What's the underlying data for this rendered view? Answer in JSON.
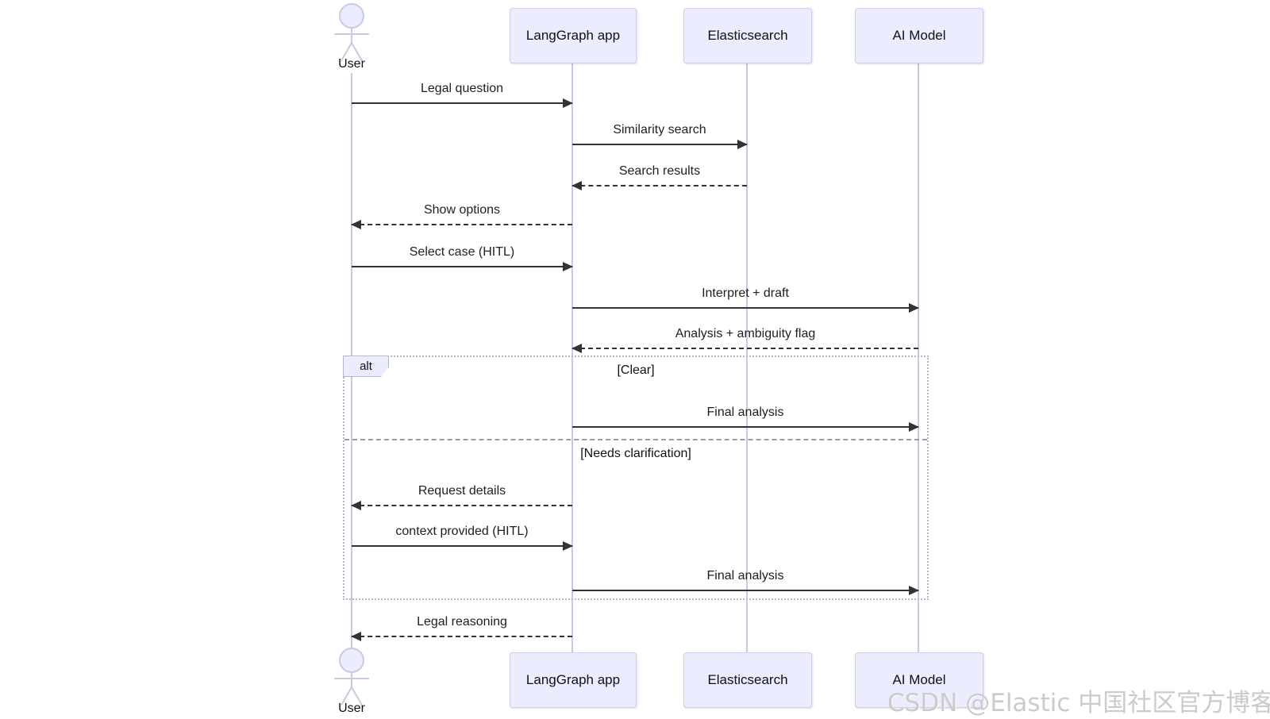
{
  "diagram": {
    "type": "sequence-diagram",
    "actors": {
      "user": {
        "label": "User",
        "kind": "person"
      },
      "langgraph": {
        "label": "LangGraph app",
        "kind": "participant"
      },
      "elasticsearch": {
        "label": "Elasticsearch",
        "kind": "participant"
      },
      "ai_model": {
        "label": "AI Model",
        "kind": "participant"
      }
    },
    "messages": [
      {
        "text": "Legal question",
        "from": "User",
        "to": "LangGraph app",
        "line": "solid"
      },
      {
        "text": "Similarity search",
        "from": "LangGraph app",
        "to": "Elasticsearch",
        "line": "solid"
      },
      {
        "text": "Search results",
        "from": "Elasticsearch",
        "to": "LangGraph app",
        "line": "dashed"
      },
      {
        "text": "Show options",
        "from": "LangGraph app",
        "to": "User",
        "line": "dashed"
      },
      {
        "text": "Select case (HITL)",
        "from": "User",
        "to": "LangGraph app",
        "line": "solid"
      },
      {
        "text": "Interpret + draft",
        "from": "LangGraph app",
        "to": "AI Model",
        "line": "solid"
      },
      {
        "text": "Analysis + ambiguity flag",
        "from": "AI Model",
        "to": "LangGraph app",
        "line": "dashed"
      },
      {
        "text": "Final analysis",
        "from": "LangGraph app",
        "to": "AI Model",
        "line": "solid"
      },
      {
        "text": "Request details",
        "from": "LangGraph app",
        "to": "User",
        "line": "dashed"
      },
      {
        "text": "context provided (HITL)",
        "from": "User",
        "to": "LangGraph app",
        "line": "solid"
      },
      {
        "text": "Final analysis",
        "from": "LangGraph app",
        "to": "AI Model",
        "line": "solid"
      },
      {
        "text": "Legal reasoning",
        "from": "LangGraph app",
        "to": "User",
        "line": "dashed"
      }
    ],
    "alt_block": {
      "label": "alt",
      "conditions": [
        "[Clear]",
        "[Needs clarification]"
      ]
    },
    "colors": {
      "actor_fill": "#ECECFF",
      "actor_border": "#CFCFE9",
      "lifeline": "#C9C9E2",
      "arrow": "#333333",
      "frame_border": "#B4B4CB",
      "text": "#111111",
      "watermark": "#CBCBCB"
    }
  },
  "watermark": {
    "text": "CSDN @Elastic 中国社区官方博客"
  }
}
